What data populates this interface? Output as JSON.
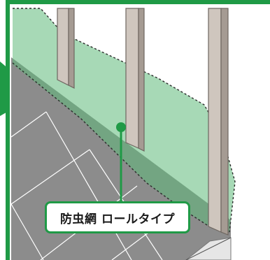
{
  "callout": {
    "label": "防虫網 ロールタイプ"
  },
  "colors": {
    "frame": "#1f9a46",
    "net_fill": "#5fb97a",
    "net_fill_opacity": "0.55",
    "marker": "#1f9a46",
    "roof": "#8c8c8c",
    "roof_lines": "#ffffff",
    "post_front": "#cfc6be",
    "post_side": "#a59b93",
    "post_stroke": "#6e6660"
  },
  "icons": {
    "marker": "green-dot-marker",
    "arrow": "green-arrow-tab"
  }
}
